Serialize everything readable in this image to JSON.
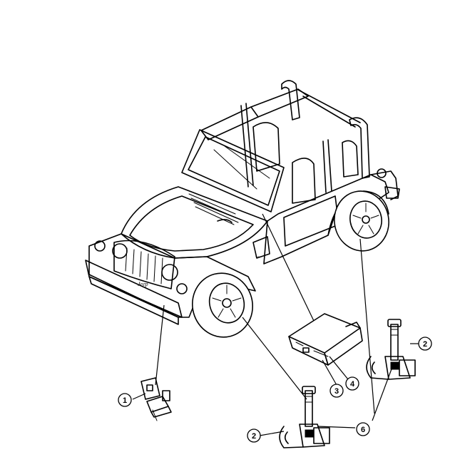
{
  "callouts": [
    {
      "id": "c1",
      "label": "1"
    },
    {
      "id": "c2a",
      "label": "2"
    },
    {
      "id": "c2b",
      "label": "2"
    },
    {
      "id": "c3",
      "label": "3"
    },
    {
      "id": "c4",
      "label": "4"
    },
    {
      "id": "c6",
      "label": "6"
    }
  ],
  "vehicle": {
    "grille_badge": "Jeep"
  }
}
